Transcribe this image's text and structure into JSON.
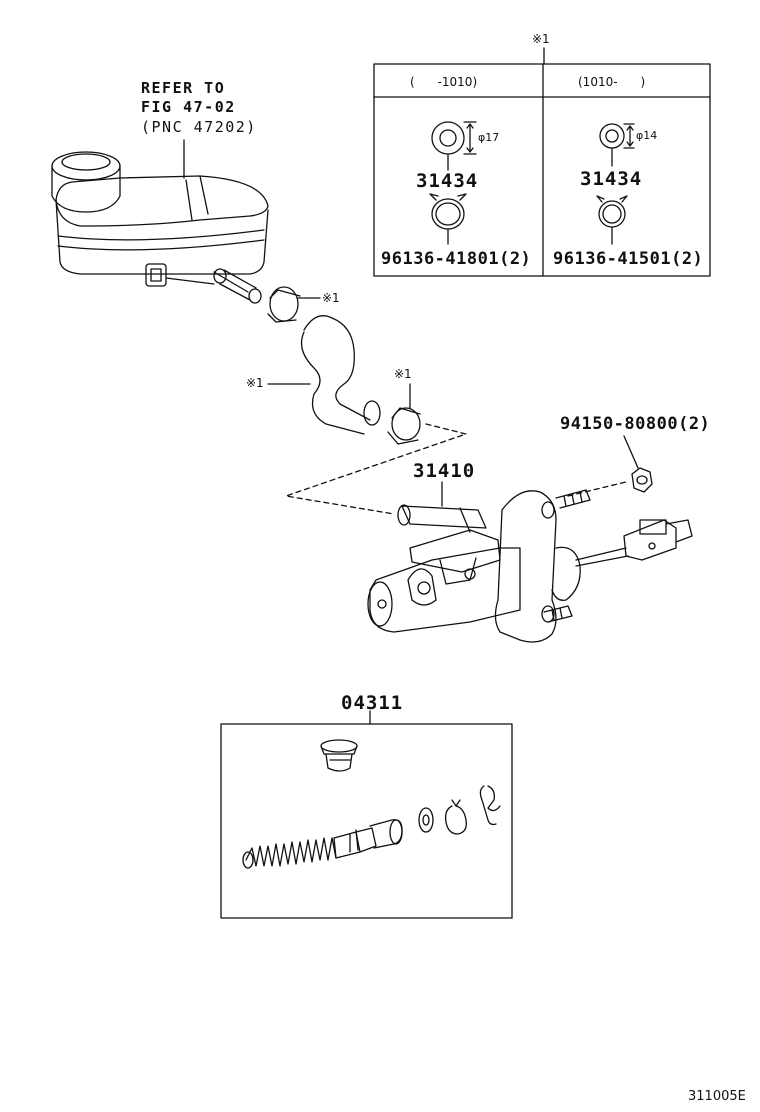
{
  "references": {
    "refer_to": "REFER TO",
    "fig": "FIG 47-02",
    "pnc": "(PNC 47202)"
  },
  "note_marks": {
    "top_box": "※1",
    "hose_clamp_upper": "※1",
    "hose": "※1",
    "hose_clamp_lower": "※1"
  },
  "variant_box": {
    "left": {
      "header": "(      -1010)",
      "diameter": "φ17",
      "ring_part": "31434",
      "clamp_part": "96136-41801(2)"
    },
    "right": {
      "header": "(1010-      )",
      "diameter": "φ14",
      "ring_part": "31434",
      "clamp_part": "96136-41501(2)"
    }
  },
  "parts": {
    "nut": "94150-80800(2)",
    "master_cylinder": "31410",
    "repair_kit": "04311"
  },
  "figure_code": "311005E"
}
